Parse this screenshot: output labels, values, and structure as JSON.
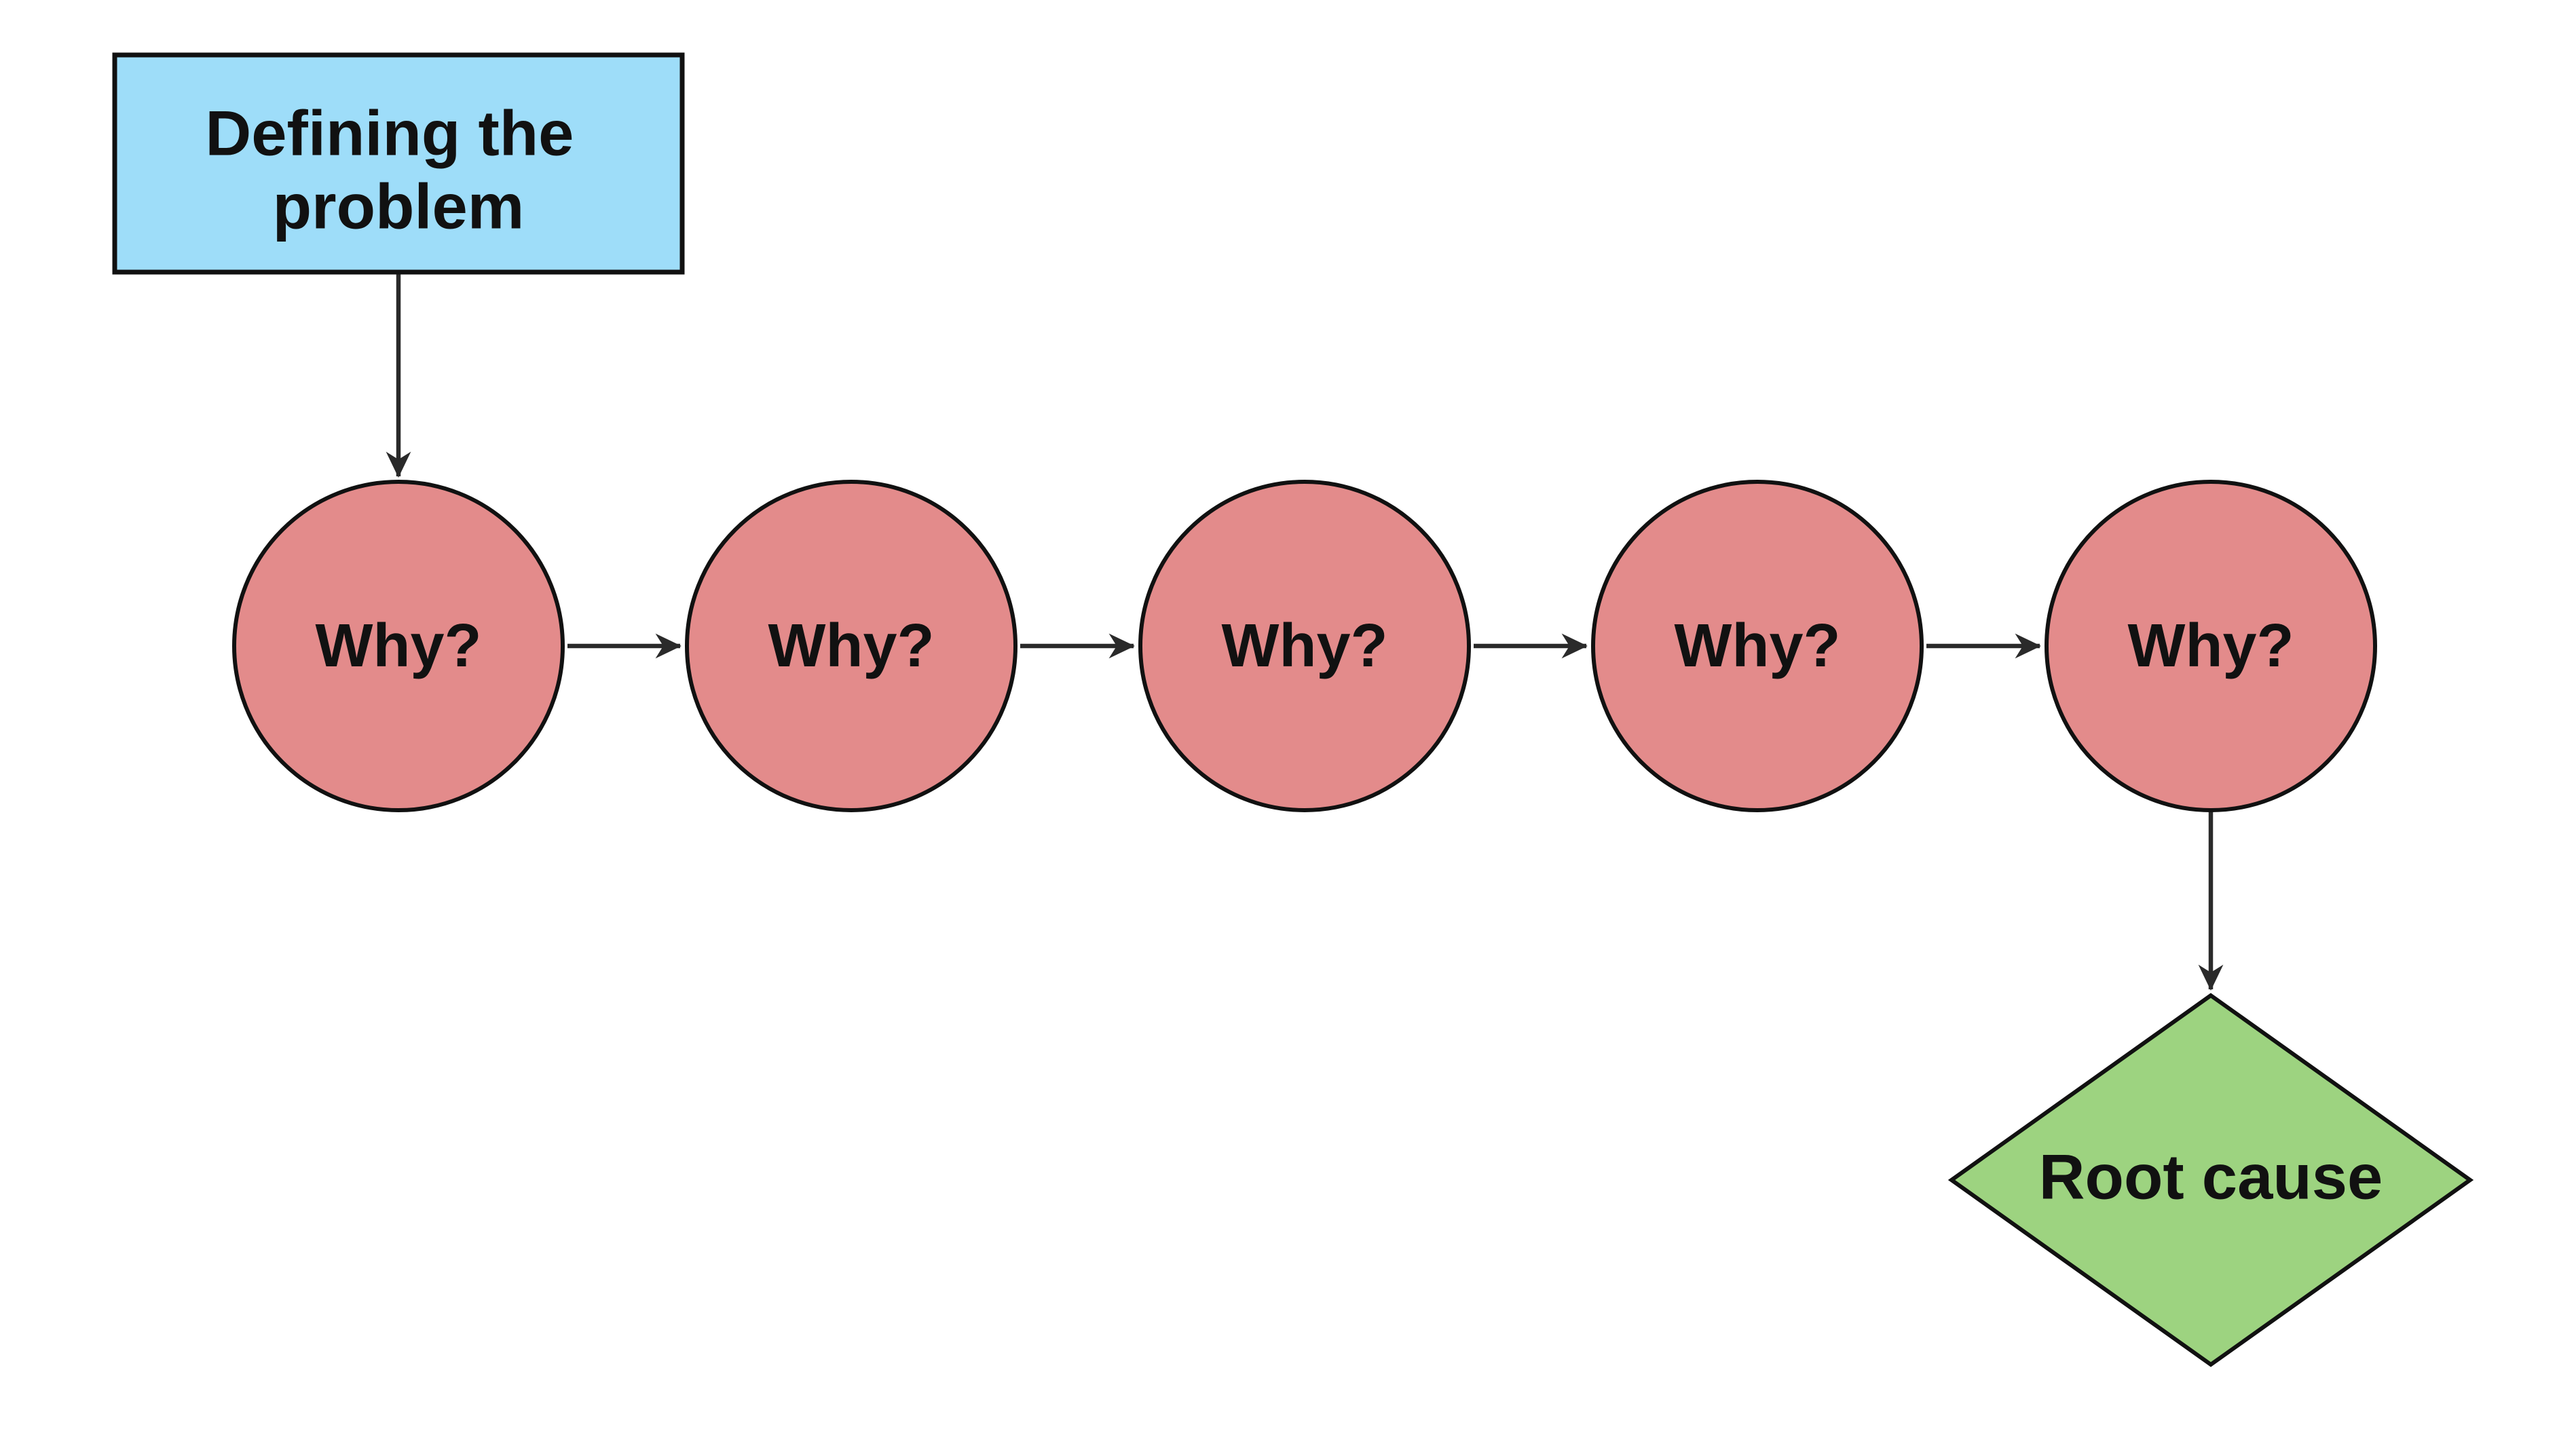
{
  "colors": {
    "problem_fill": "#9eddf9",
    "why_fill": "#e38b8b",
    "root_fill": "#9dd380",
    "line": "#2a2a2a",
    "shape_outline": "#111111",
    "text": "#111111",
    "background": "#ffffff"
  },
  "nodes": {
    "problem": {
      "label": "Defining the problem",
      "line1": "Defining the",
      "line2": "problem"
    },
    "whys": [
      {
        "label": "Why?"
      },
      {
        "label": "Why?"
      },
      {
        "label": "Why?"
      },
      {
        "label": "Why?"
      },
      {
        "label": "Why?"
      }
    ],
    "root": {
      "label": "Root cause"
    }
  },
  "edges": [
    {
      "from": "defining-the-problem",
      "to": "why-1",
      "direction": "down"
    },
    {
      "from": "why-1",
      "to": "why-2",
      "direction": "right"
    },
    {
      "from": "why-2",
      "to": "why-3",
      "direction": "right"
    },
    {
      "from": "why-3",
      "to": "why-4",
      "direction": "right"
    },
    {
      "from": "why-4",
      "to": "why-5",
      "direction": "right"
    },
    {
      "from": "why-5",
      "to": "root-cause",
      "direction": "down"
    }
  ]
}
